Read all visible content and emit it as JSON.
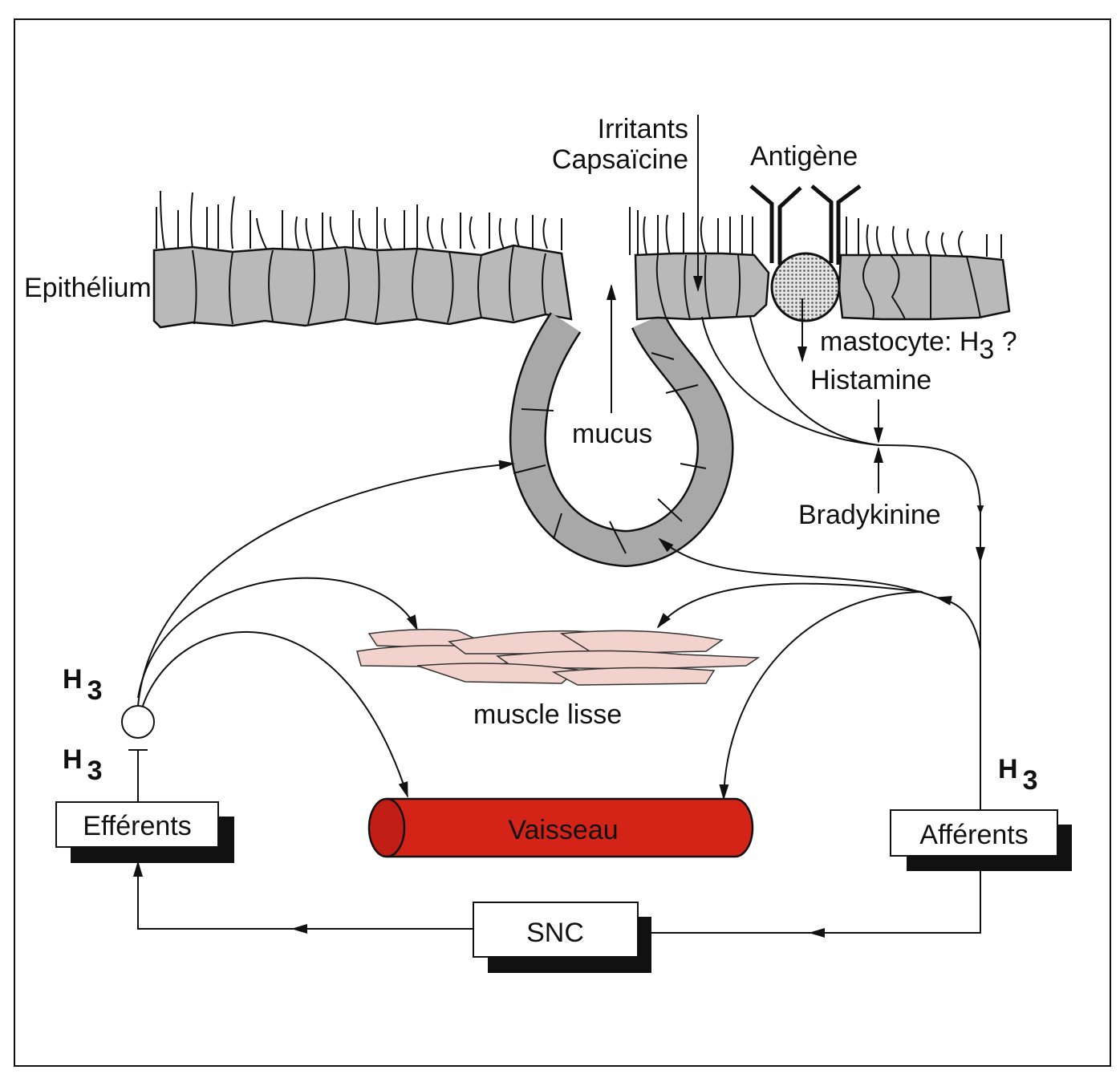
{
  "labels": {
    "irritants": "Irritants",
    "capsaicine": "Capsaïcine",
    "antigene": "Antigène",
    "epithelium": "Epithélium",
    "mastocyte": "mastocyte: H",
    "mastocyte_sub": "3",
    "mastocyte_q": " ?",
    "histamine": "Histamine",
    "bradykinine": "Bradykinine",
    "mucus": "mucus",
    "muscle_lisse": "muscle lisse",
    "vaisseau": "Vaisseau",
    "efferents": "Efférents",
    "afferents": "Afférents",
    "snc": "SNC",
    "h": "H",
    "h_sub": "3"
  },
  "colors": {
    "vessel": "#d42418",
    "muscle": "#f2d2cc",
    "epithelium": "#b9b9b9",
    "mastocyte": "#d0d0d0"
  }
}
